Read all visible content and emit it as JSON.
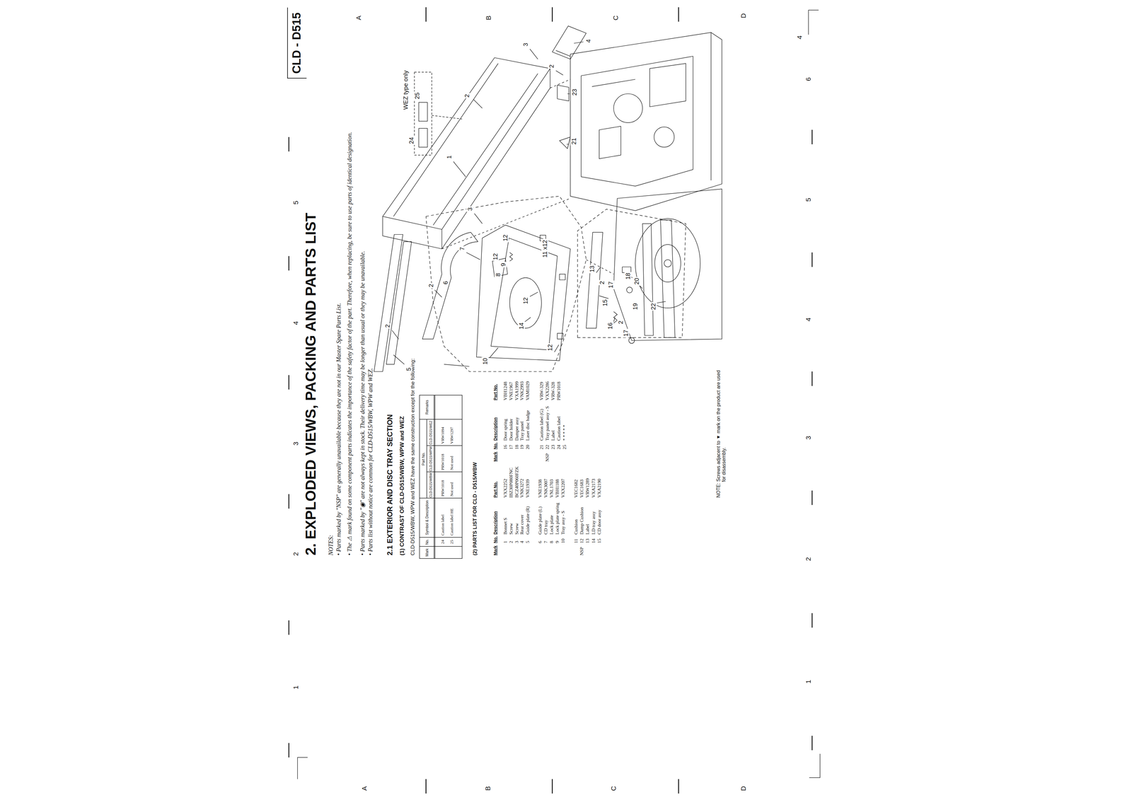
{
  "diagram": {
    "title": "2. EXPLODED VIEWS, PACKING AND PARTS LIST",
    "nodes": [
      {
        "text": [
          "CLD - D515"
        ]
      }
    ],
    "labels": [
      "NOTES:",
      "• Parts marked by \"NSP\" are generally unavailable because they are not in our Master Spare Parts List.",
      "• The ⚠ mark found on some component parts indicates the importance of the safety factor of the part. Therefore, when replacing, be sure to use parts of identical designation.",
      "• Parts marked by \"◉\" are not always kept in stock. Their delivery time may be longer than usual or they may be unavailable.",
      "• Parts list without notice are common for CLD-D515/WBW, WPW and WEZ.",
      "2.1 EXTERIOR AND DISC TRAY SECTION",
      "(1) CONTRAST OF CLD-D515/WBW, WPW and WEZ",
      "CLD-D515/WBW, WPW and WEZ have the same construction except for the following:",
      "Mark",
      "No.",
      "Symbol & Description",
      "Part No.",
      "Remarks",
      "CLD-D515/WBW",
      "CLD-D515/WPW",
      "CLD-D515/WEZ",
      "24",
      "25",
      "Caution label",
      "Caution label HE",
      "PRW1018",
      "Not used",
      "PRW1018",
      "Not used",
      "VRW1094",
      "VRW1297",
      "(2) PARTS LIST FOR CLD - D515/WBW",
      "Mark",
      "No.",
      "Description",
      "Part No.",
      "Mark",
      "No.",
      "Description",
      "Part No.",
      "1",
      "Bonnet S",
      "VXX2252",
      "2",
      "Screw",
      "IBZ30P080FNC",
      "3",
      "Screw",
      "BCZ40P060FZK",
      "4",
      "Rear cover",
      "VNK3272",
      "5",
      "Guide plate (R)",
      "VNE1939",
      "6",
      "Guide plate (L)",
      "VNE1938",
      "7",
      "CD tray",
      "VNK3007",
      "8",
      "Lock plate",
      "VNL1703",
      "9",
      "Lock plate spring",
      "VBH1188",
      "10",
      "Tray assy - S",
      "VXX2207",
      "11",
      "Cushion",
      "VEC1682",
      "NSP",
      "12",
      "Damp Cushion",
      "VEC1683",
      "13",
      "Label",
      "VRW1289",
      "14",
      "LD tray assy",
      "VXA2173",
      "15",
      "CD door assy",
      "VXA2190",
      "16",
      "Door spring",
      "VBH1248",
      "17",
      "Door holder",
      "VNE1967",
      "18",
      "Damper assy",
      "VXA1999",
      "19",
      "Tray panel",
      "VNK2993",
      "20",
      "Laser disc badge",
      "VAM1029",
      "21",
      "Caution label (G)",
      "VRW-329",
      "NSP",
      "22",
      "Tray panel assy - S",
      "VXX2286",
      "23",
      "Label",
      "VRW-328",
      "24",
      "Caution label",
      "PRW1018",
      "25",
      "* * * * *",
      "WEZ type only",
      "25",
      "24",
      "2",
      "3",
      "4",
      "2",
      "23",
      "21",
      "1",
      "3",
      "5",
      "2",
      "2",
      "6",
      "7",
      "12",
      "9",
      "8",
      "12",
      "10",
      "14",
      "12",
      "11 x12",
      "13",
      "12",
      "15",
      "16",
      "17",
      "2",
      "18",
      "20",
      "19",
      "17",
      "2",
      "22",
      "NOTE: Screws adjacent to ▼ mark on the product are used for disassembly.",
      "1",
      "2",
      "3",
      "4",
      "5",
      "1",
      "2",
      "3",
      "4",
      "5",
      "6",
      "A",
      "B",
      "C",
      "D",
      "A",
      "B",
      "C",
      "D",
      "4"
    ]
  }
}
